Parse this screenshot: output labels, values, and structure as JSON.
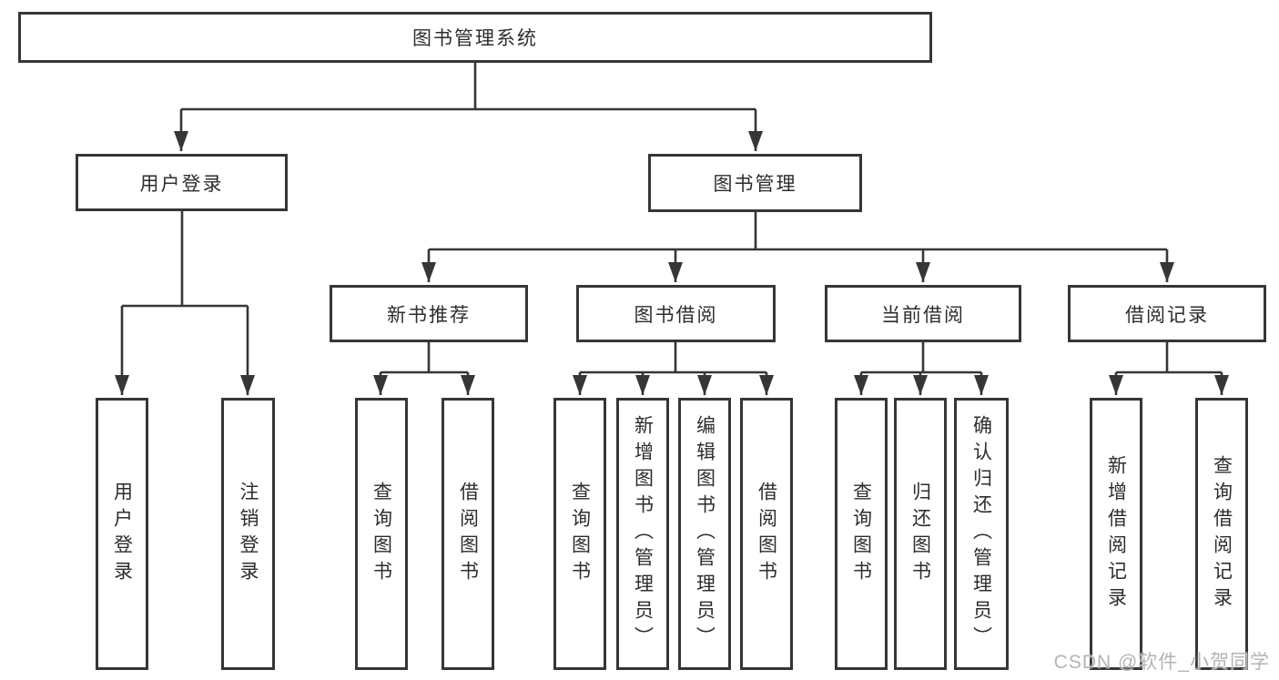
{
  "tree": {
    "label": "图书管理系统",
    "children": [
      {
        "label": "用户登录",
        "children": [
          {
            "label": "用户登录"
          },
          {
            "label": "注销登录"
          }
        ]
      },
      {
        "label": "图书管理",
        "children": [
          {
            "label": "新书推荐",
            "children": [
              {
                "label": "查询图书"
              },
              {
                "label": "借阅图书"
              }
            ]
          },
          {
            "label": "图书借阅",
            "children": [
              {
                "label": "查询图书"
              },
              {
                "label": "新增图书（管理员）"
              },
              {
                "label": "编辑图书（管理员）"
              },
              {
                "label": "借阅图书"
              }
            ]
          },
          {
            "label": "当前借阅",
            "children": [
              {
                "label": "查询图书"
              },
              {
                "label": "归还图书"
              },
              {
                "label": "确认归还（管理员）"
              }
            ]
          },
          {
            "label": "借阅记录",
            "children": [
              {
                "label": "新增借阅记录"
              },
              {
                "label": "查询借阅记录"
              }
            ]
          }
        ]
      }
    ]
  },
  "watermark": {
    "text": "CSDN @软件_小贺同学"
  },
  "colors": {
    "line": "#363636",
    "box_border": "#363636",
    "box_fill": "#ffffff",
    "text": "#2d2d2d",
    "watermark": "#b4b4b4",
    "background": "#ffffff"
  }
}
